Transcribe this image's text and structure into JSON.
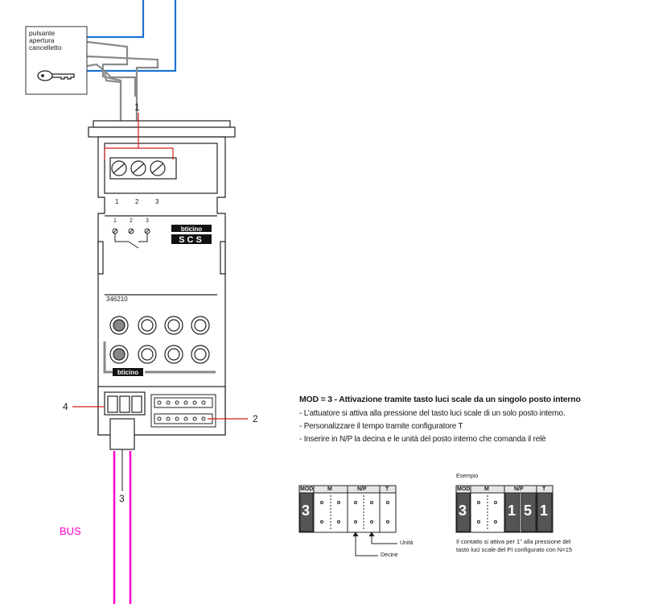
{
  "button_box": {
    "lines": [
      "pulsante",
      "apertura",
      "cancelletto"
    ],
    "icon": "key-icon"
  },
  "device": {
    "terminals": [
      "1",
      "2",
      "3"
    ],
    "schematic_terminals": [
      "1",
      "2",
      "3"
    ],
    "model": "346210",
    "brand_logo": "bticino",
    "brand_sub": "SCS"
  },
  "callouts": {
    "c1": "1",
    "c2": "2",
    "c3": "3",
    "c4": "4"
  },
  "bus_label": "BUS",
  "description": {
    "title": "MOD = 3 - Attivazione tramite tasto luci scale da un singolo posto interno",
    "bullets": [
      "- L’attuatore si attiva alla pressione del tasto luci scale di un solo posto interno.",
      "- Personalizzare il tempo tramite configuratore T",
      "- Inserire in N/P la decina e le unità del posto interno che comanda il relè"
    ]
  },
  "config_table": {
    "headers": [
      "MOD",
      "M",
      "N/P",
      "T"
    ],
    "mod_value": "3",
    "labels": {
      "units": "Unità",
      "tens": "Decine"
    }
  },
  "example": {
    "title": "Esempio",
    "headers": [
      "MOD",
      "M",
      "N/P",
      "T"
    ],
    "values": [
      "3",
      "1",
      "5",
      "1"
    ],
    "note": "Il contatto si attiva per 1\" alla pressione del tasto luci scale del PI configurato con N=15"
  },
  "colors": {
    "wire_blue": "#1e73d2",
    "wire_gray": "#888888",
    "bus_magenta": "#ff00cc",
    "callout_red": "#d41f1f"
  }
}
